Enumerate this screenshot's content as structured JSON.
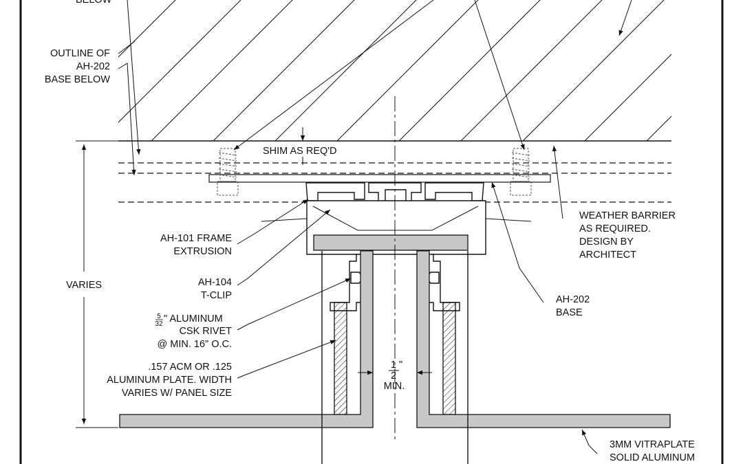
{
  "labels": {
    "below_fragment": "BELOW",
    "outline": [
      "OUTLINE OF",
      "AH-202",
      "BASE BELOW"
    ],
    "shim": "SHIM AS REQ'D",
    "weather": [
      "WEATHER BARRIER",
      "AS REQUIRED.",
      "DESIGN BY",
      "ARCHITECT"
    ],
    "frame": [
      "AH-101 FRAME",
      "EXTRUSION"
    ],
    "varies": "VARIES",
    "tclip": [
      "AH-104",
      "T-CLIP"
    ],
    "base": [
      "AH-202",
      "BASE"
    ],
    "rivet_frac_num": "5",
    "rivet_frac_den": "32",
    "rivet": [
      "\" ALUMINUM",
      "CSK RIVET",
      "@ MIN. 16\" O.C."
    ],
    "plate": [
      ".157 ACM OR .125",
      "ALUMINUM PLATE. WIDTH",
      "VARIES W/ PANEL SIZE"
    ],
    "gap_num": "1",
    "gap_den": "2",
    "gap_inch": "\"",
    "gap_min": "MIN.",
    "vitraplate": [
      "3MM VITRAPLATE",
      "SOLID ALUMINUM"
    ]
  }
}
